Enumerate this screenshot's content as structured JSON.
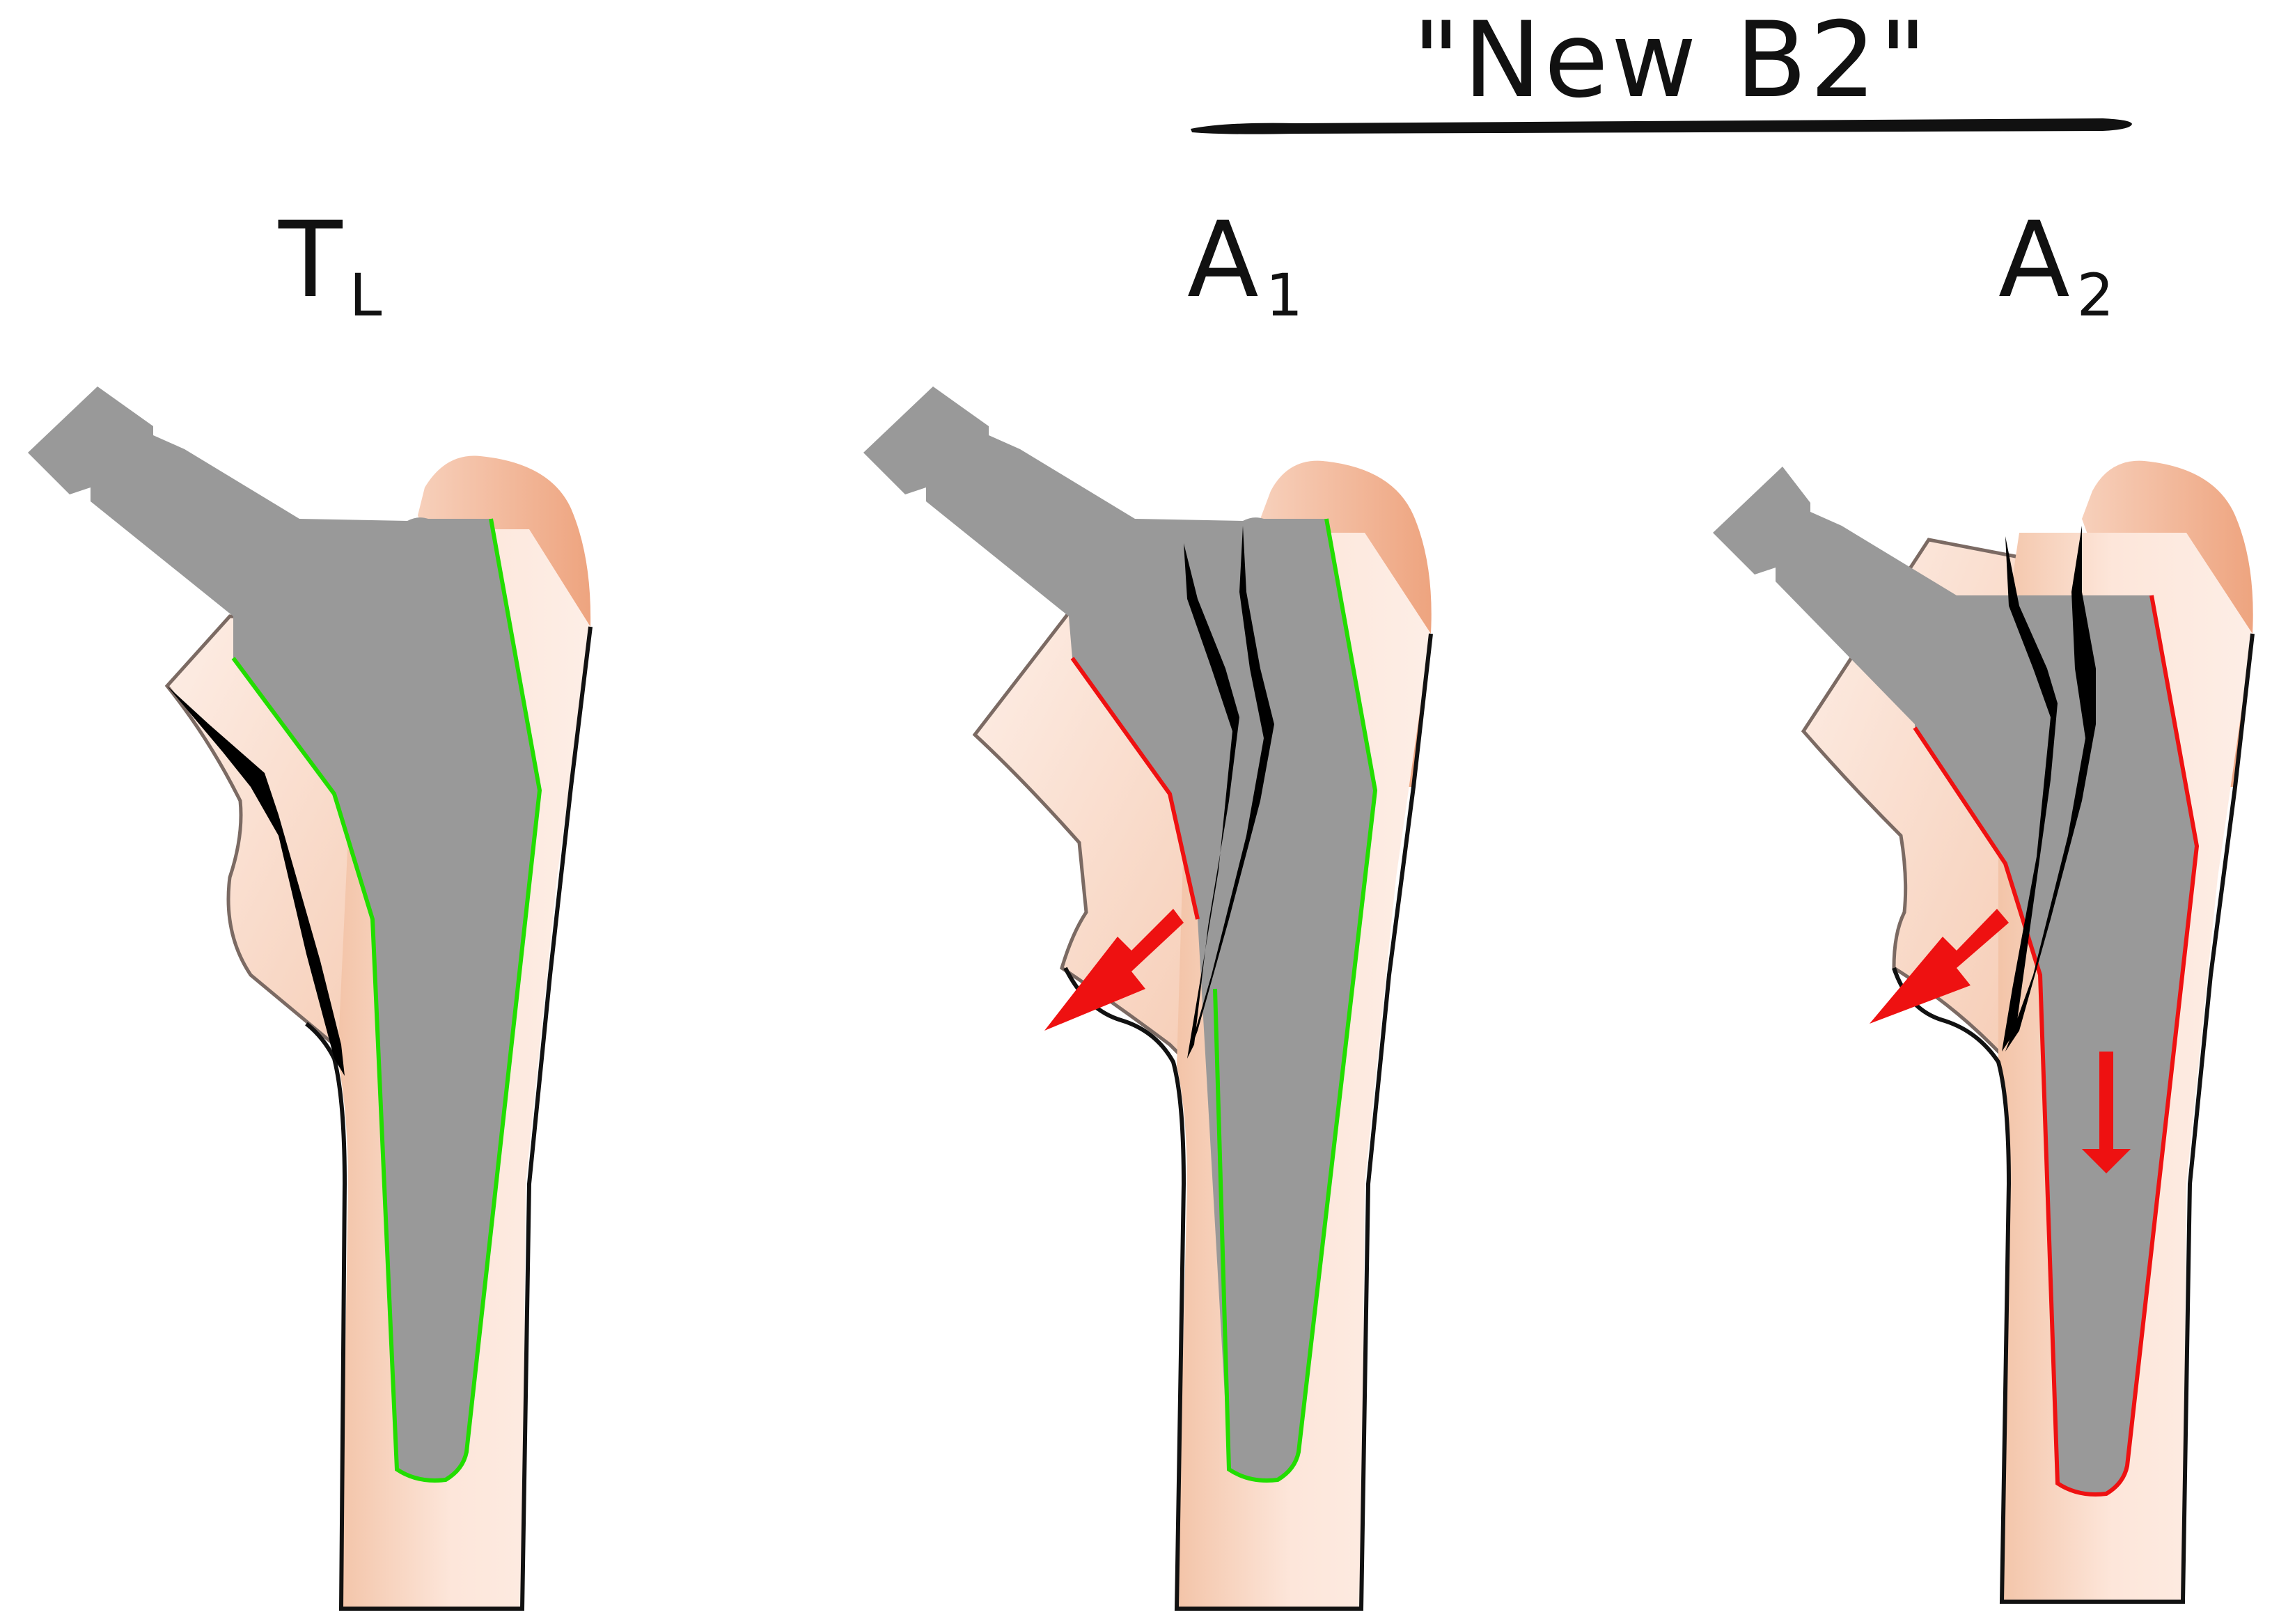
{
  "group": {
    "label": "\"New B2\""
  },
  "panels": [
    {
      "id": "tl",
      "main": "T",
      "sub": "L",
      "interface_color": "#22dd00"
    },
    {
      "id": "a1",
      "main": "A",
      "sub": "1",
      "interface_color": "#22dd00"
    },
    {
      "id": "a2",
      "main": "A",
      "sub": "2",
      "interface_color": "#ee1111"
    }
  ],
  "colors": {
    "bone_light": "#fde4d8",
    "bone_dark": "#eea885",
    "stem": "#999999",
    "fracture": "#000000",
    "arrow": "#ee1111",
    "fixed_interface": "#22dd00",
    "loose_interface": "#ee1111"
  }
}
